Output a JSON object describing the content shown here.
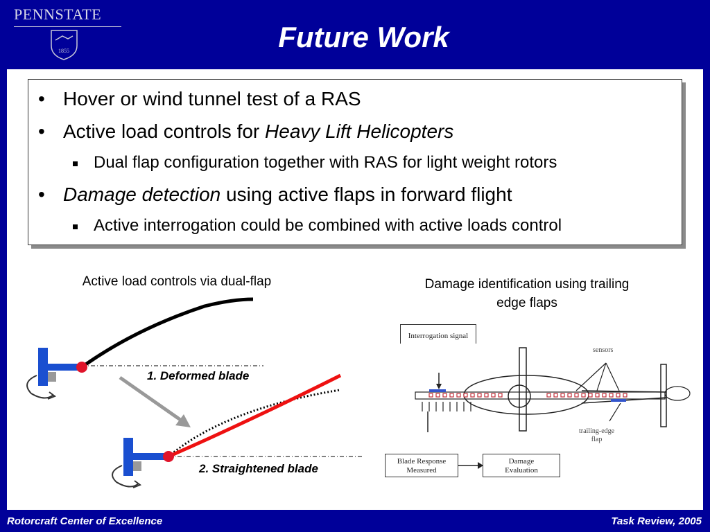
{
  "header": {
    "logo_text": "PENNSTATE",
    "logo_year": "1855",
    "title": "Future Work"
  },
  "bullets": {
    "b1": "Hover or wind tunnel test of a RAS",
    "b2_prefix": "Active load controls for ",
    "b2_italic": "Heavy Lift Helicopters",
    "b2_sub": "Dual flap configuration together with RAS for light weight rotors",
    "b3_italic": "Damage detection",
    "b3_suffix": " using active flaps in forward flight",
    "b3_sub": "Active interrogation could be combined with active loads control"
  },
  "left_figure": {
    "caption": "Active load controls via dual-flap",
    "label1": "1. Deformed blade",
    "label2": "2. Straightened blade"
  },
  "right_figure": {
    "caption_line1": "Damage identification using trailing",
    "caption_line2": "edge flaps",
    "interrogation_signal": "Interrogation signal",
    "sensors": "sensors",
    "trailing_edge_line1": "trailing-edge",
    "trailing_edge_line2": "flap",
    "blade_response_line1": "Blade Response",
    "blade_response_line2": "Measured",
    "damage_eval_line1": "Damage",
    "damage_eval_line2": "Evaluation"
  },
  "footer": {
    "left": "Rotorcraft Center of Excellence",
    "right": "Task Review, 2005"
  }
}
